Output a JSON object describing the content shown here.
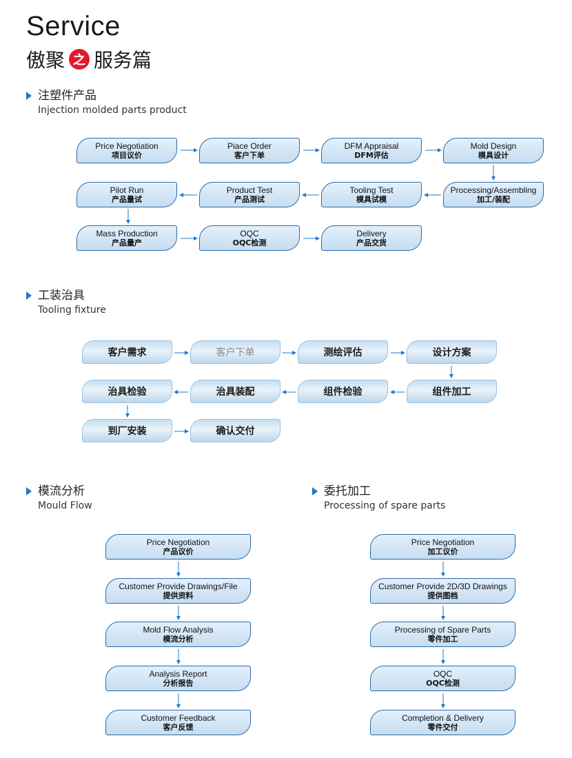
{
  "header": {
    "title_en": "Service",
    "title_cn_left": "傲聚",
    "badge": "之",
    "title_cn_right": "服务篇"
  },
  "injection": {
    "title_cn": "注塑件产品",
    "title_en": "Injection molded parts product",
    "steps": [
      {
        "en": "Price Negotiation",
        "cn": "项目议价"
      },
      {
        "en": "Piace Order",
        "cn": "客户下单"
      },
      {
        "en": "DFM Appraisal",
        "cn": "DFM评估"
      },
      {
        "en": "Mold Design",
        "cn": "模具设计"
      },
      {
        "en": "Processing/Assembling",
        "cn": "加工/装配"
      },
      {
        "en": "Tooling Test",
        "cn": "模具试模"
      },
      {
        "en": "Product Test",
        "cn": "产品测试"
      },
      {
        "en": "Pilot Run",
        "cn": "产品量试"
      },
      {
        "en": "Mass Production",
        "cn": "产品量产"
      },
      {
        "en": "OQC",
        "cn": "OQC检测"
      },
      {
        "en": "Delivery",
        "cn": "产品交货"
      }
    ]
  },
  "tooling": {
    "title_cn": "工装治具",
    "title_en": "Tooling fixture",
    "steps": [
      "客户需求",
      "客户下单",
      "测绘评估",
      "设计方案",
      "组件加工",
      "组件检验",
      "治具装配",
      "治具检验",
      "到厂安装",
      "确认交付"
    ]
  },
  "mould": {
    "title_cn": "模流分析",
    "title_en": "Mould Flow",
    "steps": [
      {
        "en": "Price Negotiation",
        "cn": "产品议价"
      },
      {
        "en": "Customer Provide Drawings/File",
        "cn": "提供资料"
      },
      {
        "en": "Mold Flow Analysis",
        "cn": "模流分析"
      },
      {
        "en": "Analysis Report",
        "cn": "分析报告"
      },
      {
        "en": "Customer Feedback",
        "cn": "客户反馈"
      }
    ]
  },
  "spare": {
    "title_cn": "委托加工",
    "title_en": "Processing of spare parts",
    "steps": [
      {
        "en": "Price Negotiation",
        "cn": "加工议价"
      },
      {
        "en": "Customer Provide 2D/3D Drawings",
        "cn": "提供图档"
      },
      {
        "en": "Processing of Spare Parts",
        "cn": "零件加工"
      },
      {
        "en": "OQC",
        "cn": "OQC检测"
      },
      {
        "en": "Completion & Delivery",
        "cn": "零件交付"
      }
    ]
  },
  "colors": {
    "accent": "#1e78c8",
    "badge": "#e3192b",
    "border": "#2c6aa6"
  }
}
